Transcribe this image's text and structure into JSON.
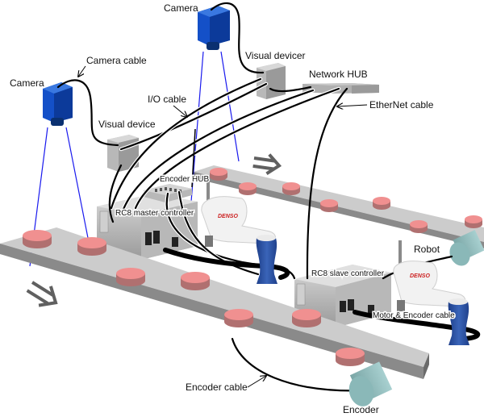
{
  "labels": {
    "camera_top": "Camera",
    "camera_left": "Camera",
    "camera_cable": "Camera cable",
    "io_cable": "I/O cable",
    "visual_device_left": "Visual device",
    "visual_device_top": "Visual devicer",
    "network_hub": "Network HUB",
    "ethernet_cable": "EtherNet cable",
    "encoder_hub": "Encoder HUB",
    "rc8_master": "RC8 master controller",
    "rc8_slave": "RC8 slave controller",
    "robot": "Robot",
    "motor_encoder_cable": "Motor & Encoder cable",
    "encoder_cable": "Encoder cable",
    "encoder": "Encoder",
    "brand_robot_1": "DENSO",
    "brand_robot_2": "DENSO"
  },
  "colors": {
    "camera_blue": "#1450c8",
    "ray_blue": "#1a1aee",
    "conveyor_top": "#cccccc",
    "conveyor_side": "#888888",
    "workpiece": "#f09090",
    "encoder": "#8ab8b8",
    "robot_arm_blue": "#2a4fa0"
  }
}
